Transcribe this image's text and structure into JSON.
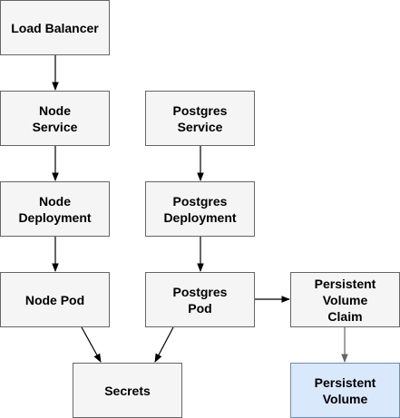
{
  "nodes": {
    "load_balancer": "Load Balancer",
    "node_service": "Node\nService",
    "node_deployment": "Node\nDeployment",
    "node_pod": "Node Pod",
    "postgres_service": "Postgres\nService",
    "postgres_deployment": "Postgres\nDeployment",
    "postgres_pod": "Postgres\nPod",
    "secrets": "Secrets",
    "pvc": "Persistent\nVolume\nClaim",
    "pv": "Persistent\nVolume"
  },
  "colors": {
    "node_fill": "#f5f5f5",
    "node_stroke": "#666666",
    "highlight_fill": "#dae8fc",
    "highlight_stroke": "#6c8ebf",
    "edge": "#000000",
    "edge_muted": "#666666"
  }
}
